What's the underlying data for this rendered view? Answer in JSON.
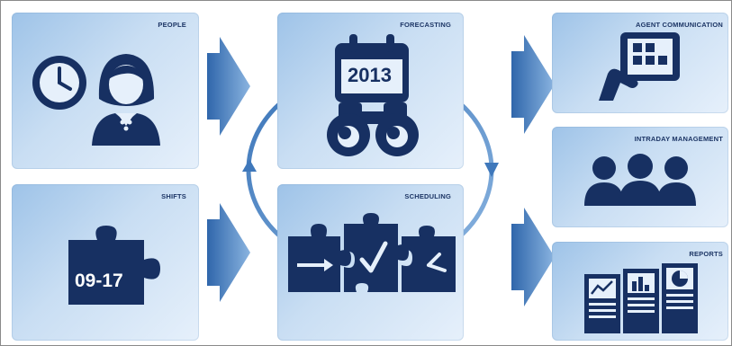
{
  "panels": {
    "people": {
      "title": "PEOPLE"
    },
    "shifts": {
      "title": "SHIFTS",
      "time_range": "09-17"
    },
    "forecasting": {
      "title": "FORECASTING",
      "year": "2013"
    },
    "scheduling": {
      "title": "SCHEDULING"
    },
    "agent_communication": {
      "title": "AGENT COMMUNICATION"
    },
    "intraday_management": {
      "title": "INTRADAY MANAGEMENT"
    },
    "reports": {
      "title": "REPORTS"
    }
  },
  "icons": {
    "people": [
      "clock-icon",
      "person-icon"
    ],
    "shifts": [
      "puzzle-piece-icon"
    ],
    "forecasting": [
      "calendar-icon",
      "binoculars-icon"
    ],
    "scheduling": [
      "puzzle-pieces-icon",
      "arrow-icon",
      "checkmark-icon",
      "clock-hand-icon"
    ],
    "agent_communication": [
      "tablet-icon",
      "hand-icon"
    ],
    "intraday_management": [
      "group-icon"
    ],
    "reports": [
      "report-documents-icon",
      "line-chart-icon",
      "bar-chart-icon",
      "pie-chart-icon"
    ]
  },
  "colors": {
    "icon_dark": "#173062",
    "title": "#1c3565",
    "arrow": "#4b82c2",
    "panel_light": "#e6f0fb",
    "panel_dark": "#9ec3e8"
  }
}
